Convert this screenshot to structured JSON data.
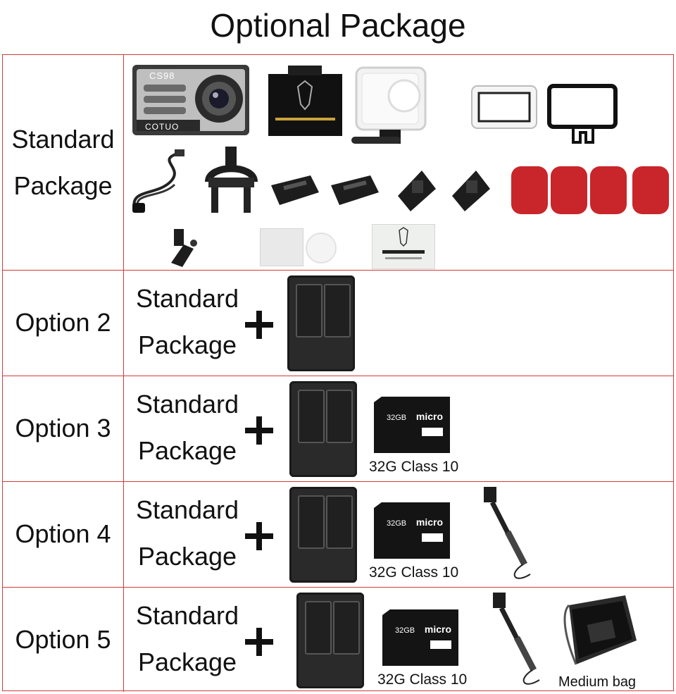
{
  "title": "Optional Package",
  "rows": [
    {
      "label": [
        "Standard",
        "Package"
      ]
    },
    {
      "label": [
        "Option 2"
      ],
      "std": [
        "Standard",
        "Package"
      ]
    },
    {
      "label": [
        "Option 3"
      ],
      "std": [
        "Standard",
        "Package"
      ],
      "sd_caption": "32G Class 10"
    },
    {
      "label": [
        "Option 4"
      ],
      "std": [
        "Standard",
        "Package"
      ],
      "sd_caption": "32G Class 10"
    },
    {
      "label": [
        "Option 5"
      ],
      "std": [
        "Standard",
        "Package"
      ],
      "sd_caption": "32G Class 10",
      "bag_caption": "Medium bag"
    }
  ],
  "camera": {
    "model": "CS98",
    "brand": "COTUO"
  },
  "sd_card": {
    "size": "32GB",
    "logo": "micro"
  },
  "colors": {
    "border": "#d23a3a",
    "sticker": "#c8262b"
  }
}
